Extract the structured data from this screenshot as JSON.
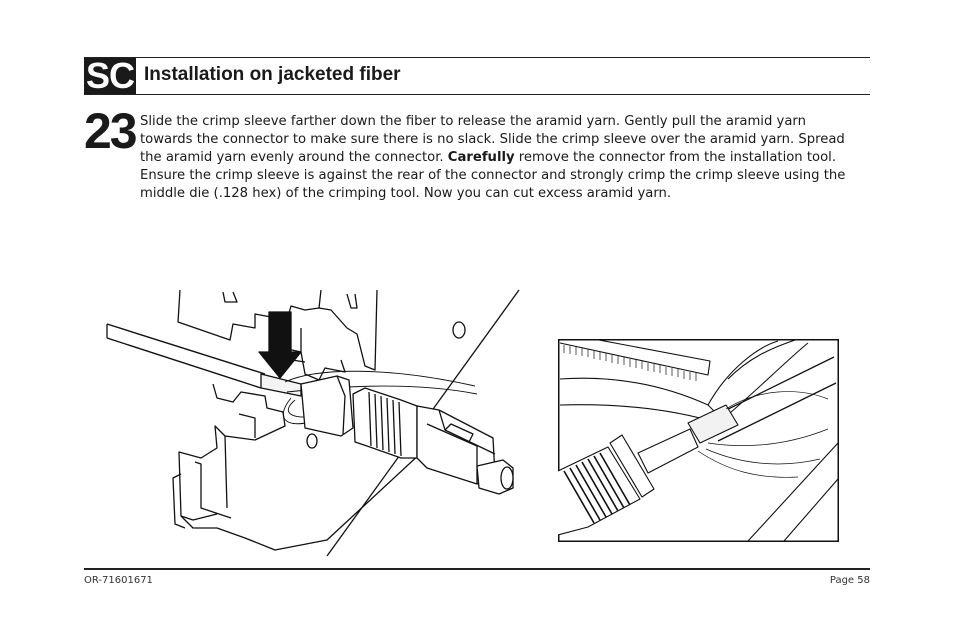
{
  "header": {
    "badge": "SC",
    "title": "Installation on jacketed fiber"
  },
  "step": {
    "number": "23",
    "text_before_bold": "Slide the crimp sleeve farther down the fiber to release the aramid yarn. Gently pull the aramid yarn towards the connector to make sure there is no slack. Slide the crimp sleeve over the aramid yarn. Spread the aramid yarn evenly around the connector. ",
    "bold_text": "Carefully",
    "text_after_bold": " remove the connector from the installation tool. Ensure the crimp sleeve is against the rear of the connector and strongly crimp the crimp sleeve using the middle die (.128 hex) of the crimping tool. Now you can cut excess aramid yarn."
  },
  "footer": {
    "doc_code": "OR-71601671",
    "page": "Page 58"
  }
}
